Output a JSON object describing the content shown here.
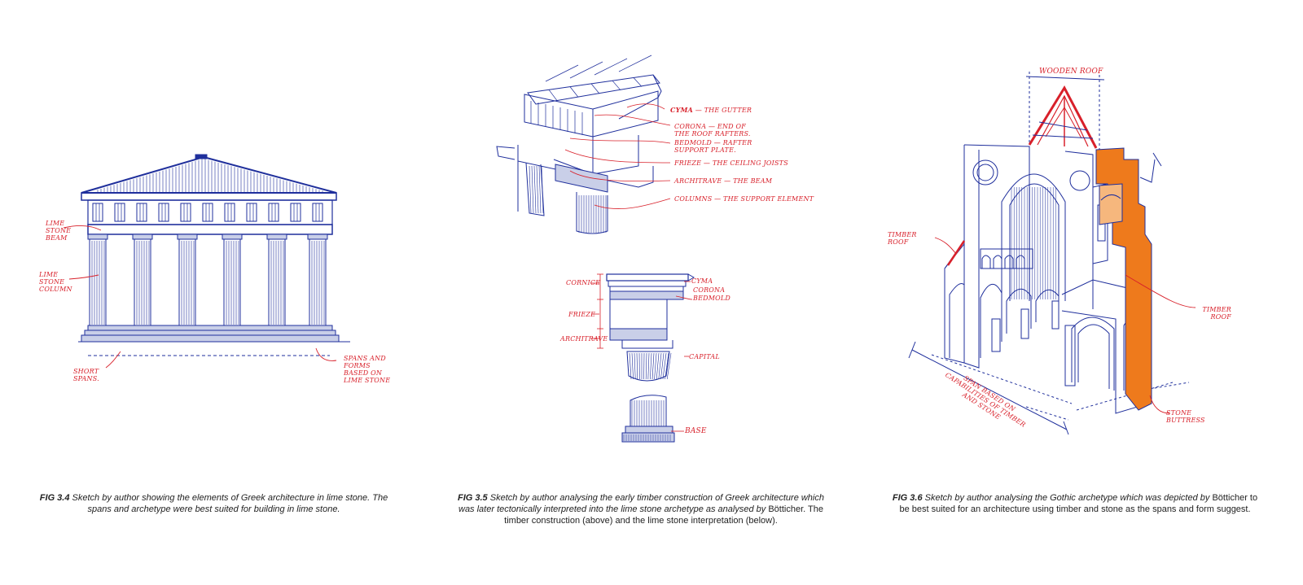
{
  "figures": [
    {
      "id": "fig34",
      "labels": {
        "lime_stone_beam": "LIME STONE BEAM",
        "lime_stone_column": "LIME STONE COLUMN",
        "short_spans": "SHORT SPANS.",
        "spans_forms": "SPANS AND FORMS BASED ON LIME STONE"
      },
      "caption": {
        "number": "FIG 3.4",
        "text": "Sketch by author showing the elements of Greek architecture in lime stone. The spans and archetype were best suited for building in lime stone."
      }
    },
    {
      "id": "fig35",
      "labels": {
        "cyma": "CYMA",
        "cyma_desc": "— THE GUTTER",
        "corona": "CORONA — END OF THE ROOF RAFTERS.",
        "bedmold": "BEDMOLD — RAFTER SUPPORT PLATE.",
        "frieze": "FRIEZE — THE CEILING JOISTS",
        "architrave": "ARCHITRAVE — THE BEAM",
        "columns": "COLUMNS — THE SUPPORT ELEMENT",
        "cornice": "CORNICE",
        "frieze_short": "FRIEZE",
        "architrave_short": "ARCHITRAVE",
        "cyma_short": "CYMA",
        "corona_short": "CORONA",
        "bedmold_short": "BEDMOLD",
        "capital": "CAPITAL",
        "base": "BASE"
      },
      "caption": {
        "number": "FIG 3.5",
        "text_a": "Sketch by author analysing the early timber construction of Greek architecture which was later tectonically interpreted into the lime stone archetype as analysed by",
        "text_b": "Bötticher. The timber construction (above) and the lime stone interpretation (below)."
      }
    },
    {
      "id": "fig36",
      "labels": {
        "wooden_roof": "WOODEN ROOF",
        "timber_roof_left": "TIMBER ROOF",
        "timber_roof_right": "TIMBER ROOF",
        "span_based": "SPAN BASED ON CAPABILITIES OF TIMBER AND STONE",
        "stone_buttress": "STONE BUTTRESS"
      },
      "caption": {
        "number": "FIG 3.6",
        "text_a": "Sketch by author analysing the Gothic archetype which was depicted by",
        "text_b": "Bötticher to be best suited for an architecture using timber and stone as the spans and form suggest."
      },
      "colors": {
        "orange": "#ee7a1c",
        "ink": "#1f2f9c",
        "red": "#d8202a"
      }
    }
  ]
}
